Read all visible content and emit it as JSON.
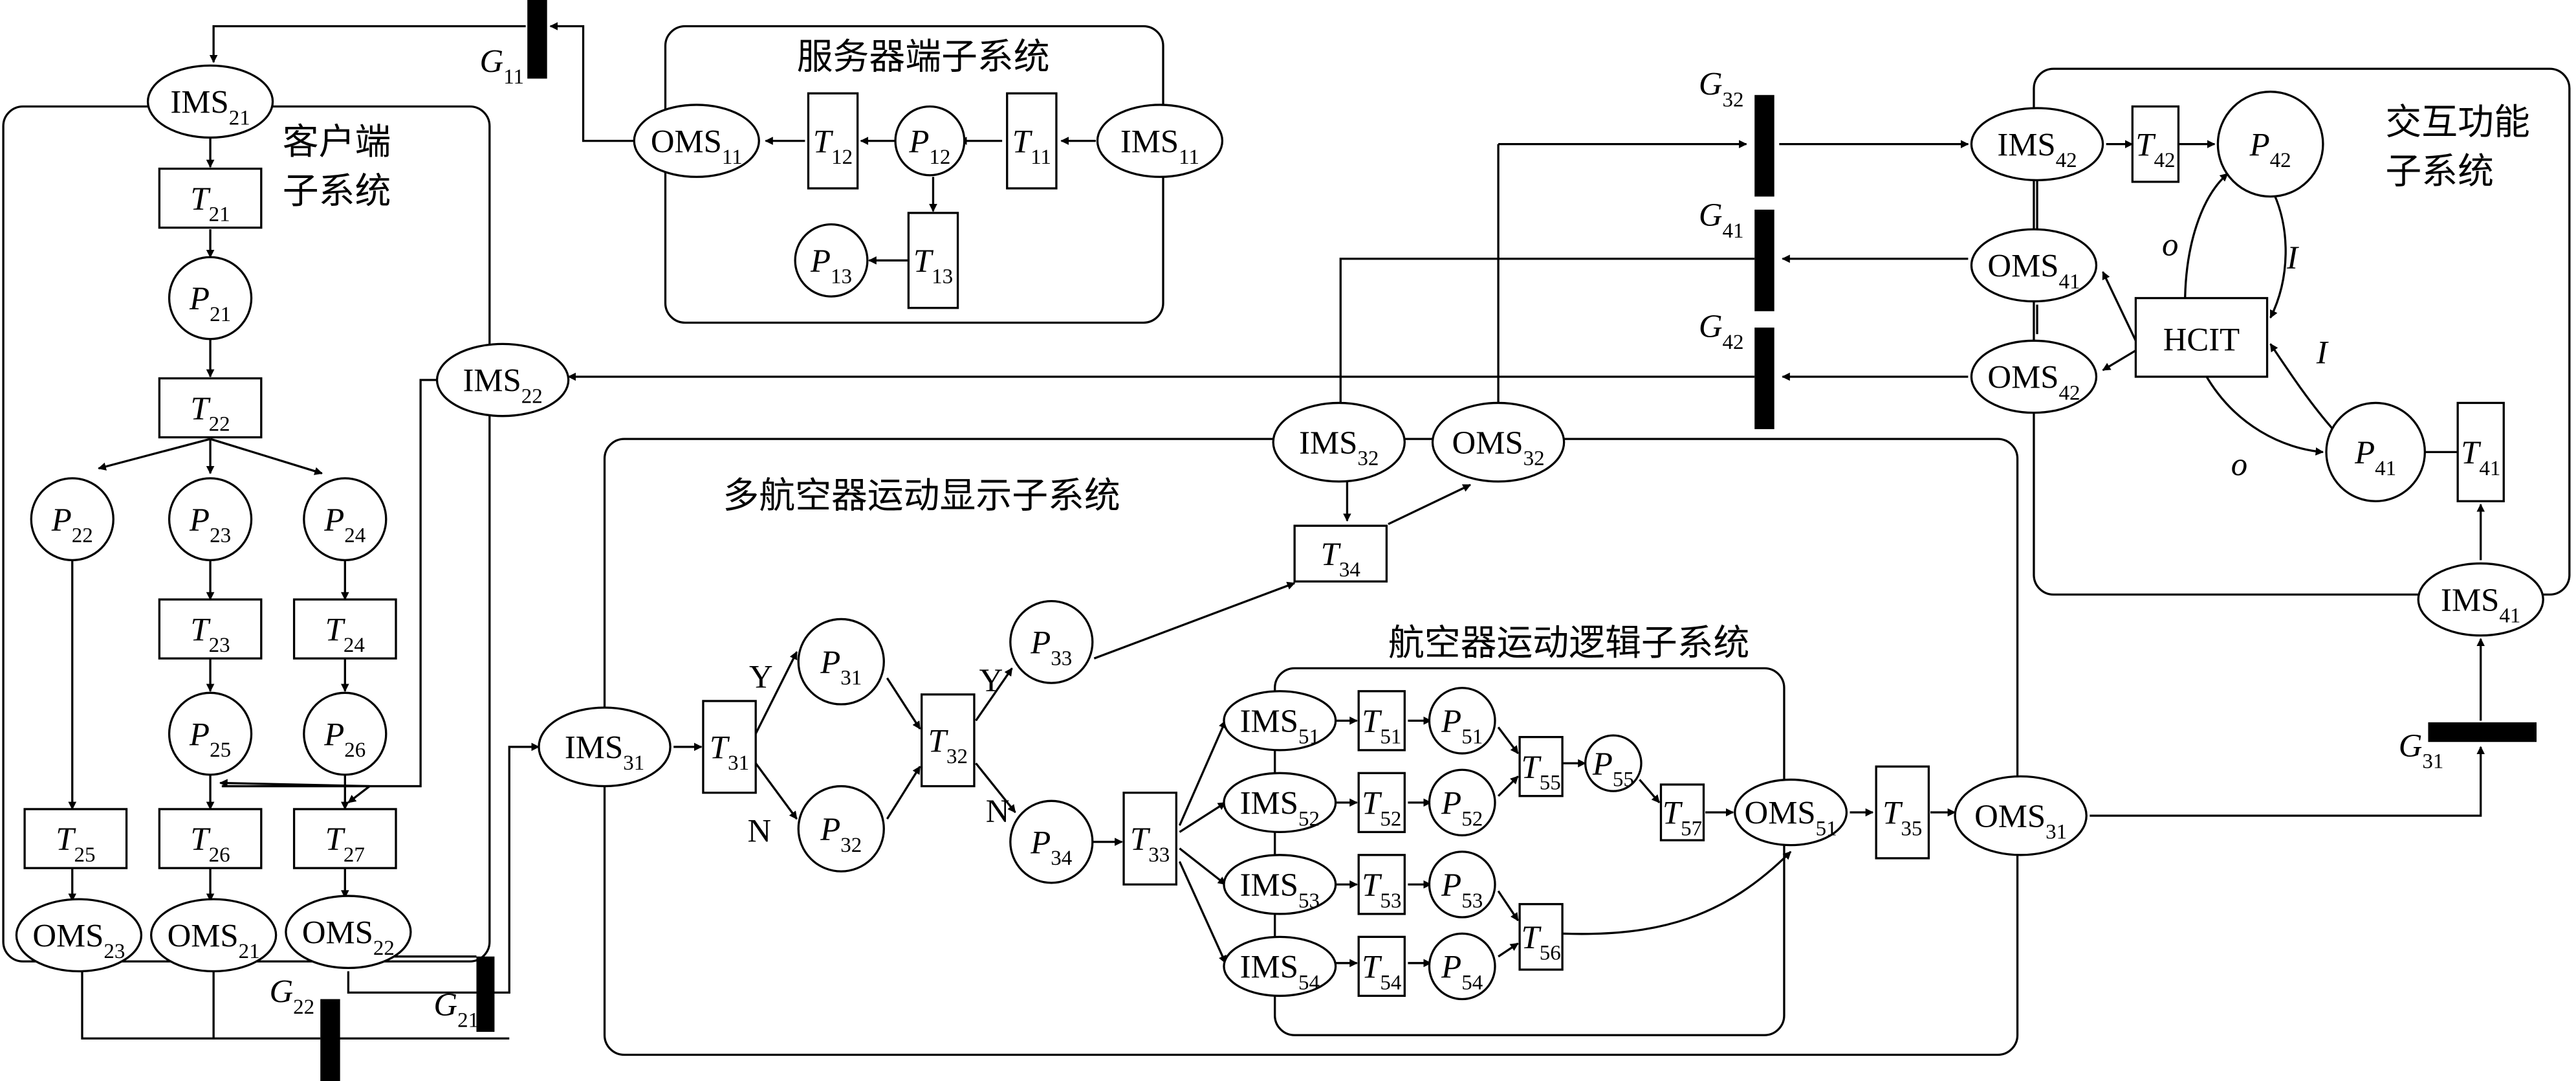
{
  "subsystems": {
    "server": "服务器端子系统",
    "client_1": "客户端",
    "client_2": "子系统",
    "display": "多航空器运动显示子系统",
    "logic": "航空器运动逻辑子系统",
    "interact_1": "交互功能",
    "interact_2": "子系统"
  },
  "nodes": {
    "IMS11": {
      "base": "IMS",
      "sub": "11"
    },
    "P12": {
      "base": "P",
      "sub": "12"
    },
    "OMS11": {
      "base": "OMS",
      "sub": "11"
    },
    "T11": {
      "base": "T",
      "sub": "11"
    },
    "T12": {
      "base": "T",
      "sub": "12"
    },
    "T13": {
      "base": "T",
      "sub": "13"
    },
    "P13": {
      "base": "P",
      "sub": "13"
    },
    "G11": {
      "base": "G",
      "sub": "11"
    },
    "IMS21": {
      "base": "IMS",
      "sub": "21"
    },
    "T21": {
      "base": "T",
      "sub": "21"
    },
    "P21": {
      "base": "P",
      "sub": "21"
    },
    "T22": {
      "base": "T",
      "sub": "22"
    },
    "P22": {
      "base": "P",
      "sub": "22"
    },
    "P23": {
      "base": "P",
      "sub": "23"
    },
    "P24": {
      "base": "P",
      "sub": "24"
    },
    "T23": {
      "base": "T",
      "sub": "23"
    },
    "T24": {
      "base": "T",
      "sub": "24"
    },
    "P25": {
      "base": "P",
      "sub": "25"
    },
    "P26": {
      "base": "P",
      "sub": "26"
    },
    "T25": {
      "base": "T",
      "sub": "25"
    },
    "T26": {
      "base": "T",
      "sub": "26"
    },
    "T27": {
      "base": "T",
      "sub": "27"
    },
    "OMS23": {
      "base": "OMS",
      "sub": "23"
    },
    "OMS21": {
      "base": "OMS",
      "sub": "21"
    },
    "OMS22": {
      "base": "OMS",
      "sub": "22"
    },
    "IMS22": {
      "base": "IMS",
      "sub": "22"
    },
    "G21": {
      "base": "G",
      "sub": "21"
    },
    "G22": {
      "base": "G",
      "sub": "22"
    },
    "IMS31": {
      "base": "IMS",
      "sub": "31"
    },
    "T31": {
      "base": "T",
      "sub": "31"
    },
    "P31": {
      "base": "P",
      "sub": "31"
    },
    "P32": {
      "base": "P",
      "sub": "32"
    },
    "T32": {
      "base": "T",
      "sub": "32"
    },
    "P33": {
      "base": "P",
      "sub": "33"
    },
    "P34": {
      "base": "P",
      "sub": "34"
    },
    "T33": {
      "base": "T",
      "sub": "33"
    },
    "T34": {
      "base": "T",
      "sub": "34"
    },
    "T35": {
      "base": "T",
      "sub": "35"
    },
    "IMS32": {
      "base": "IMS",
      "sub": "32"
    },
    "OMS32": {
      "base": "OMS",
      "sub": "32"
    },
    "OMS31": {
      "base": "OMS",
      "sub": "31"
    },
    "G31": {
      "base": "G",
      "sub": "31"
    },
    "G32": {
      "base": "G",
      "sub": "32"
    },
    "IMS51": {
      "base": "IMS",
      "sub": "51"
    },
    "IMS52": {
      "base": "IMS",
      "sub": "52"
    },
    "IMS53": {
      "base": "IMS",
      "sub": "53"
    },
    "IMS54": {
      "base": "IMS",
      "sub": "54"
    },
    "T51": {
      "base": "T",
      "sub": "51"
    },
    "T52": {
      "base": "T",
      "sub": "52"
    },
    "T53": {
      "base": "T",
      "sub": "53"
    },
    "T54": {
      "base": "T",
      "sub": "54"
    },
    "P51": {
      "base": "P",
      "sub": "51"
    },
    "P52": {
      "base": "P",
      "sub": "52"
    },
    "P53": {
      "base": "P",
      "sub": "53"
    },
    "P54": {
      "base": "P",
      "sub": "54"
    },
    "T55": {
      "base": "T",
      "sub": "55"
    },
    "T56": {
      "base": "T",
      "sub": "56"
    },
    "P55": {
      "base": "P",
      "sub": "55"
    },
    "T57": {
      "base": "T",
      "sub": "57"
    },
    "OMS51": {
      "base": "OMS",
      "sub": "51"
    },
    "IMS42": {
      "base": "IMS",
      "sub": "42"
    },
    "T42": {
      "base": "T",
      "sub": "42"
    },
    "P42": {
      "base": "P",
      "sub": "42"
    },
    "OMS41": {
      "base": "OMS",
      "sub": "41"
    },
    "OMS42": {
      "base": "OMS",
      "sub": "42"
    },
    "P41": {
      "base": "P",
      "sub": "41"
    },
    "T41": {
      "base": "T",
      "sub": "41"
    },
    "IMS41": {
      "base": "IMS",
      "sub": "41"
    },
    "G41": {
      "base": "G",
      "sub": "41"
    },
    "G42": {
      "base": "G",
      "sub": "42"
    }
  },
  "hcit": "HCIT",
  "labels": {
    "y1": "Y",
    "n1": "N",
    "y2": "Y",
    "n2": "N",
    "o1": "o",
    "i1": "I",
    "i2": "I",
    "o2": "o"
  }
}
